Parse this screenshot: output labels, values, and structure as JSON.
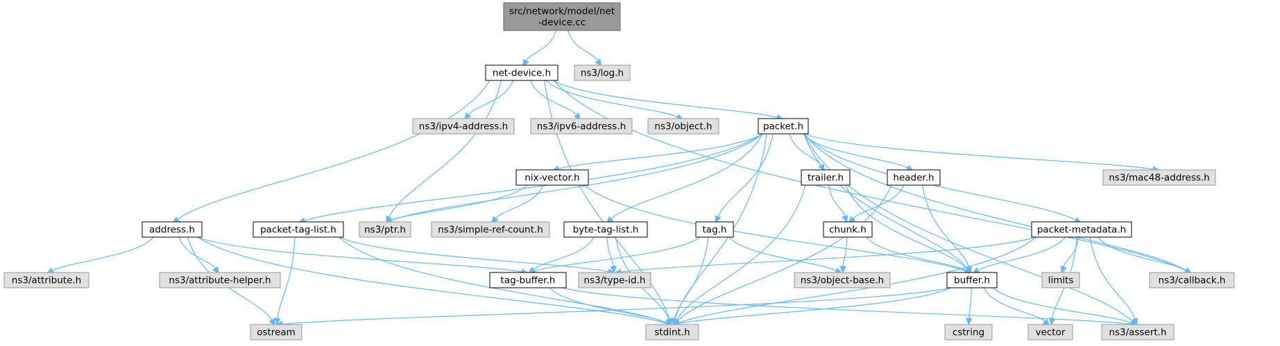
{
  "colors": {
    "root_fill": "#999999",
    "root_stroke": "#666666",
    "internal_fill": "#ffffff",
    "internal_stroke": "#000000",
    "external_fill": "#e0e0e0",
    "external_stroke": "#999999",
    "edge": "#63b8ff"
  },
  "nodes": [
    {
      "id": "root",
      "kind": "root",
      "lines": [
        "src/network/model/net",
        "-device.cc"
      ]
    },
    {
      "id": "netdevice",
      "kind": "internal",
      "lines": [
        "net-device.h"
      ]
    },
    {
      "id": "log",
      "kind": "external",
      "lines": [
        "ns3/log.h"
      ]
    },
    {
      "id": "ipv4",
      "kind": "external",
      "lines": [
        "ns3/ipv4-address.h"
      ]
    },
    {
      "id": "ipv6",
      "kind": "external",
      "lines": [
        "ns3/ipv6-address.h"
      ]
    },
    {
      "id": "object",
      "kind": "external",
      "lines": [
        "ns3/object.h"
      ]
    },
    {
      "id": "packet",
      "kind": "internal",
      "lines": [
        "packet.h"
      ]
    },
    {
      "id": "nixvector",
      "kind": "internal",
      "lines": [
        "nix-vector.h"
      ]
    },
    {
      "id": "trailer",
      "kind": "internal",
      "lines": [
        "trailer.h"
      ]
    },
    {
      "id": "header",
      "kind": "internal",
      "lines": [
        "header.h"
      ]
    },
    {
      "id": "mac48",
      "kind": "external",
      "lines": [
        "ns3/mac48-address.h"
      ]
    },
    {
      "id": "address",
      "kind": "internal",
      "lines": [
        "address.h"
      ]
    },
    {
      "id": "packettaglist",
      "kind": "internal",
      "lines": [
        "packet-tag-list.h"
      ]
    },
    {
      "id": "ptr",
      "kind": "external",
      "lines": [
        "ns3/ptr.h"
      ]
    },
    {
      "id": "simpleref",
      "kind": "external",
      "lines": [
        "ns3/simple-ref-count.h"
      ]
    },
    {
      "id": "bytetaglist",
      "kind": "internal",
      "lines": [
        "byte-tag-list.h"
      ]
    },
    {
      "id": "tag",
      "kind": "internal",
      "lines": [
        "tag.h"
      ]
    },
    {
      "id": "chunk",
      "kind": "internal",
      "lines": [
        "chunk.h"
      ]
    },
    {
      "id": "packetmetadata",
      "kind": "internal",
      "lines": [
        "packet-metadata.h"
      ]
    },
    {
      "id": "attribute",
      "kind": "external",
      "lines": [
        "ns3/attribute.h"
      ]
    },
    {
      "id": "attributehelper",
      "kind": "external",
      "lines": [
        "ns3/attribute-helper.h"
      ]
    },
    {
      "id": "tagbuffer",
      "kind": "internal",
      "lines": [
        "tag-buffer.h"
      ]
    },
    {
      "id": "typeid",
      "kind": "external",
      "lines": [
        "ns3/type-id.h"
      ]
    },
    {
      "id": "objectbase",
      "kind": "external",
      "lines": [
        "ns3/object-base.h"
      ]
    },
    {
      "id": "buffer",
      "kind": "internal",
      "lines": [
        "buffer.h"
      ]
    },
    {
      "id": "limits",
      "kind": "external",
      "lines": [
        "limits"
      ]
    },
    {
      "id": "callback",
      "kind": "external",
      "lines": [
        "ns3/callback.h"
      ]
    },
    {
      "id": "ostream",
      "kind": "external",
      "lines": [
        "ostream"
      ]
    },
    {
      "id": "stdint",
      "kind": "external",
      "lines": [
        "stdint.h"
      ]
    },
    {
      "id": "cstring",
      "kind": "external",
      "lines": [
        "cstring"
      ]
    },
    {
      "id": "vector",
      "kind": "external",
      "lines": [
        "vector"
      ]
    },
    {
      "id": "assert",
      "kind": "external",
      "lines": [
        "ns3/assert.h"
      ]
    }
  ],
  "edges": [
    {
      "from": "root",
      "to": "netdevice"
    },
    {
      "from": "root",
      "to": "log"
    },
    {
      "from": "netdevice",
      "to": "address"
    },
    {
      "from": "netdevice",
      "to": "ptr"
    },
    {
      "from": "netdevice",
      "to": "ipv4"
    },
    {
      "from": "netdevice",
      "to": "ipv6"
    },
    {
      "from": "netdevice",
      "to": "object"
    },
    {
      "from": "netdevice",
      "to": "packet"
    },
    {
      "from": "netdevice",
      "to": "stdint"
    },
    {
      "from": "netdevice",
      "to": "callback"
    },
    {
      "from": "packet",
      "to": "packettaglist"
    },
    {
      "from": "packet",
      "to": "ptr"
    },
    {
      "from": "packet",
      "to": "nixvector"
    },
    {
      "from": "packet",
      "to": "bytetaglist"
    },
    {
      "from": "packet",
      "to": "stdint"
    },
    {
      "from": "packet",
      "to": "tag"
    },
    {
      "from": "packet",
      "to": "trailer"
    },
    {
      "from": "packet",
      "to": "header"
    },
    {
      "from": "packet",
      "to": "buffer"
    },
    {
      "from": "packet",
      "to": "packetmetadata"
    },
    {
      "from": "packet",
      "to": "callback"
    },
    {
      "from": "packet",
      "to": "mac48"
    },
    {
      "from": "packet",
      "to": "assert"
    },
    {
      "from": "nixvector",
      "to": "ptr"
    },
    {
      "from": "nixvector",
      "to": "simpleref"
    },
    {
      "from": "nixvector",
      "to": "buffer"
    },
    {
      "from": "trailer",
      "to": "chunk"
    },
    {
      "from": "trailer",
      "to": "buffer"
    },
    {
      "from": "trailer",
      "to": "stdint"
    },
    {
      "from": "header",
      "to": "chunk"
    },
    {
      "from": "header",
      "to": "buffer"
    },
    {
      "from": "header",
      "to": "stdint"
    },
    {
      "from": "address",
      "to": "attribute"
    },
    {
      "from": "address",
      "to": "attributehelper"
    },
    {
      "from": "address",
      "to": "ostream"
    },
    {
      "from": "address",
      "to": "stdint"
    },
    {
      "from": "address",
      "to": "tagbuffer"
    },
    {
      "from": "packettaglist",
      "to": "ostream"
    },
    {
      "from": "packettaglist",
      "to": "stdint"
    },
    {
      "from": "packettaglist",
      "to": "typeid"
    },
    {
      "from": "bytetaglist",
      "to": "tagbuffer"
    },
    {
      "from": "bytetaglist",
      "to": "typeid"
    },
    {
      "from": "bytetaglist",
      "to": "stdint"
    },
    {
      "from": "tag",
      "to": "tagbuffer"
    },
    {
      "from": "tag",
      "to": "objectbase"
    },
    {
      "from": "tag",
      "to": "stdint"
    },
    {
      "from": "chunk",
      "to": "objectbase"
    },
    {
      "from": "chunk",
      "to": "buffer"
    },
    {
      "from": "packetmetadata",
      "to": "typeid"
    },
    {
      "from": "packetmetadata",
      "to": "buffer"
    },
    {
      "from": "packetmetadata",
      "to": "limits"
    },
    {
      "from": "packetmetadata",
      "to": "callback"
    },
    {
      "from": "packetmetadata",
      "to": "stdint"
    },
    {
      "from": "packetmetadata",
      "to": "vector"
    },
    {
      "from": "packetmetadata",
      "to": "assert"
    },
    {
      "from": "tagbuffer",
      "to": "stdint"
    },
    {
      "from": "tagbuffer",
      "to": "assert"
    },
    {
      "from": "buffer",
      "to": "ostream"
    },
    {
      "from": "buffer",
      "to": "stdint"
    },
    {
      "from": "buffer",
      "to": "cstring"
    },
    {
      "from": "buffer",
      "to": "vector"
    },
    {
      "from": "buffer",
      "to": "assert"
    }
  ]
}
